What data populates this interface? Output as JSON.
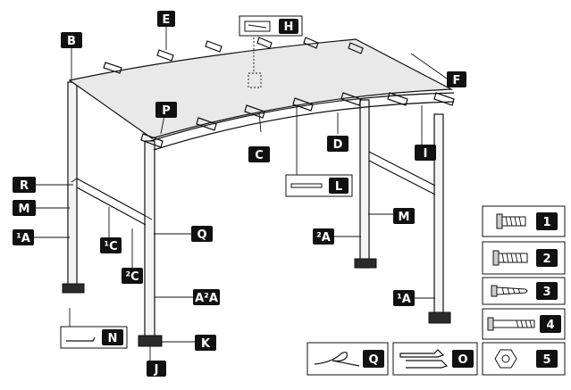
{
  "labels": {
    "E": "E",
    "H": "H",
    "B": "B",
    "F": "F",
    "P": "P",
    "C": "C",
    "D": "D",
    "I": "I",
    "L": "L",
    "R": "R",
    "M_left": "M",
    "A1_left": "¹A",
    "C1": "¹C",
    "Q_post": "Q",
    "A2_center": "²A",
    "M_right": "M",
    "C2": "²C",
    "A2A": "A²A",
    "A1_right": "¹A",
    "N": "N",
    "K": "K",
    "J": "J"
  },
  "hardware": [
    {
      "num": "1",
      "icon": "bolt-short-icon"
    },
    {
      "num": "2",
      "icon": "bolt-medium-icon"
    },
    {
      "num": "3",
      "icon": "screw-icon"
    },
    {
      "num": "4",
      "icon": "bolt-long-icon"
    },
    {
      "num": "5",
      "icon": "nut-icon"
    }
  ],
  "bottom_parts": [
    {
      "letter": "Q",
      "icon": "pin-icon"
    },
    {
      "letter": "O",
      "icon": "wrench-icon"
    }
  ]
}
